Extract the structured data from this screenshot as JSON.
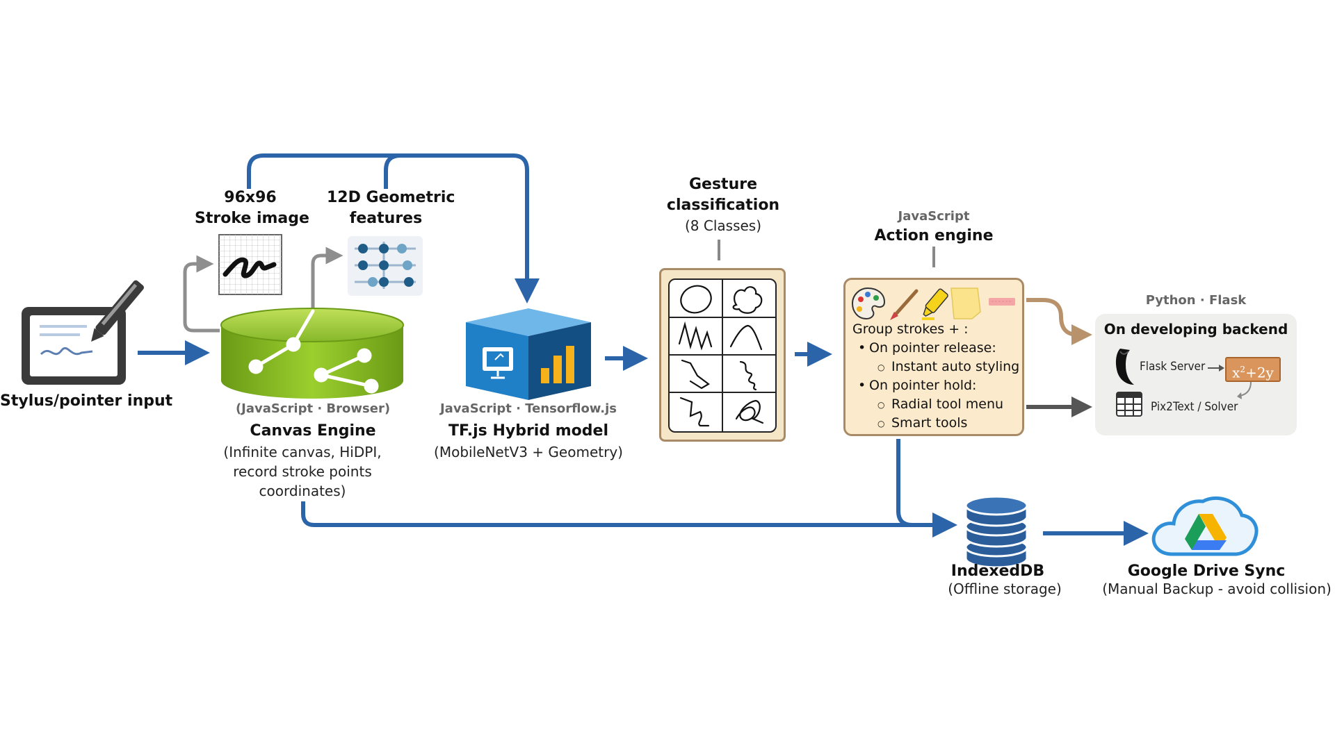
{
  "stylus": {
    "label": "Stylus/pointer input"
  },
  "stroke_image": {
    "line1": "96x96",
    "line2": "Stroke image"
  },
  "geo_features": {
    "line1": "12D Geometric",
    "line2": "features"
  },
  "canvas_engine": {
    "runtime": "(JavaScript · Browser)",
    "title": "Canvas Engine",
    "desc1": "(Infinite canvas, HiDPI,",
    "desc2": "record stroke points",
    "desc3": "coordinates)"
  },
  "tfjs": {
    "runtime": "JavaScript · Tensorflow.js",
    "title": "TF.js Hybrid model",
    "desc": "(MobileNetV3 + Geometry)"
  },
  "gesture": {
    "line1": "Gesture",
    "line2": "classification",
    "sub": "(8 Classes)"
  },
  "action_engine": {
    "runtime": "JavaScript",
    "title": "Action engine",
    "intro": "Group strokes + :",
    "bullet1": "On pointer release:",
    "bullet1_sub1": "Instant auto styling",
    "bullet2": "On pointer hold:",
    "bullet2_sub1": "Radial tool menu",
    "bullet2_sub2": "Smart tools"
  },
  "backend": {
    "runtime": "Python · Flask",
    "title": "On developing backend",
    "flask_server": "Flask Server",
    "math_base": "x",
    "math_exp": "2",
    "math_rest": "+2y",
    "pix2text": "Pix2Text / Solver"
  },
  "indexeddb": {
    "title": "IndexedDB",
    "sub": "(Offline storage)"
  },
  "gdrive": {
    "title": "Google Drive Sync",
    "sub": "(Manual Backup - avoid collision)"
  },
  "colors": {
    "flow_blue": "#2b64a8",
    "side_grey": "#8e8e8e",
    "dark_grey": "#555555",
    "backend_tan": "#b7926a",
    "card_fill": "#fbeacb",
    "card_border": "#a88a66",
    "cylinder_green": "#86b82a"
  },
  "icons": [
    "tablet-pen-icon",
    "stroke-image-icon",
    "features-icon",
    "canvas-cylinder-icon",
    "tfjs-model-icon",
    "gesture-grid-icon",
    "palette-icon",
    "brush-icon",
    "highlighter-icon",
    "sticky-note-icon",
    "eraser-icon",
    "flask-icon",
    "table-icon",
    "database-icon",
    "cloud-drive-icon"
  ]
}
